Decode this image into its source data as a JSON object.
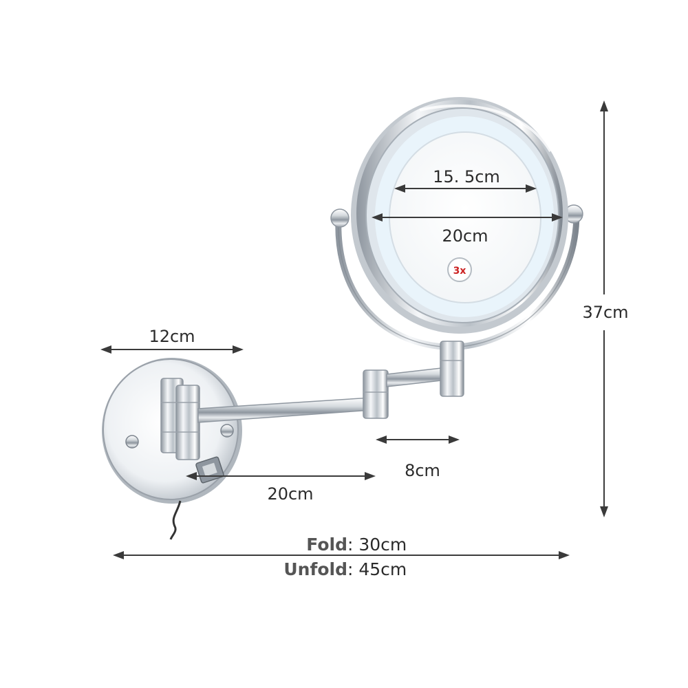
{
  "dimensions": {
    "inner_mirror": "15. 5cm",
    "outer_mirror": "20cm",
    "magnification": "3x",
    "height": "37cm",
    "base_width": "12cm",
    "short_arm": "8cm",
    "long_arm": "20cm",
    "fold_label": "Fold",
    "fold_value": ": 30cm",
    "unfold_label": "Unfold",
    "unfold_value": ": 45cm"
  },
  "colors": {
    "chrome_light": "#f4f6f8",
    "chrome_mid": "#c9ced4",
    "chrome_dark": "#7d858e",
    "led_glow": "#e9f4fb",
    "dimension_line": "#3a3a3a"
  }
}
